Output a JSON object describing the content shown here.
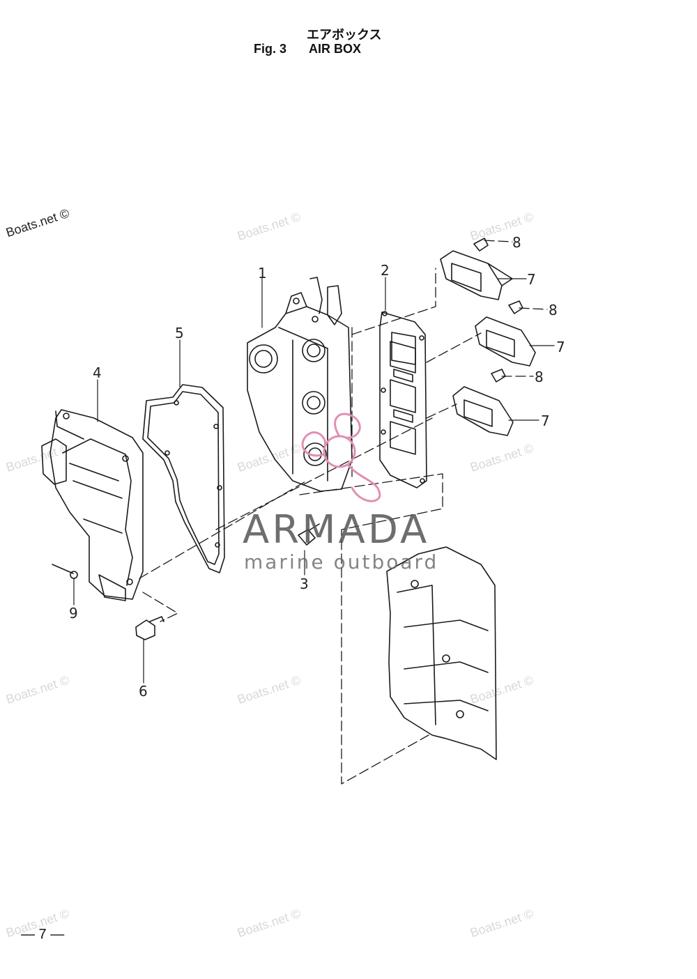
{
  "header": {
    "title_jp": "エアボックス",
    "fig_label": "Fig. 3",
    "title_en": "AIR BOX"
  },
  "footer": {
    "page_number": "— 7 —"
  },
  "watermarks": {
    "boats_main": "Boats.net ©",
    "boats": "Boats.net ©"
  },
  "logo": {
    "name": "ARMADA",
    "tagline": "marine outboard"
  },
  "part_labels": {
    "p1": "1",
    "p2": "2",
    "p3": "3",
    "p4": "4",
    "p5": "5",
    "p6": "6",
    "p7a": "7",
    "p7b": "7",
    "p7c": "7",
    "p8a": "8",
    "p8b": "8",
    "p8c": "8",
    "p9": "9"
  },
  "colors": {
    "logo_accent": "#e08fb4",
    "line": "#1a1a1a"
  }
}
